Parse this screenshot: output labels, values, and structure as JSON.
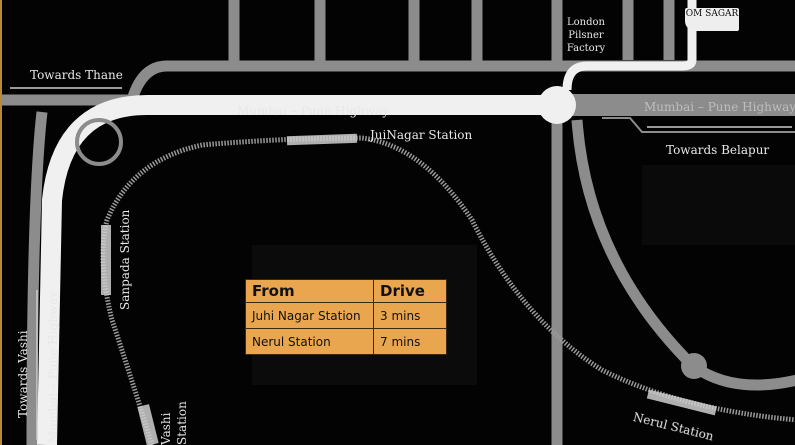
{
  "labels": {
    "towards_thane": "Towards Thane",
    "highway_top": "Mumbai – Pune Highway",
    "highway_right": "Mumbai – Pune Highway",
    "highway_left": "Mumbai – Pune Highway",
    "juinagar": "JuiNagar Station",
    "towards_belapur": "Towards Belapur",
    "london_pilsner": "London Pilsner Factory",
    "om_sagar": "OM SAGAR",
    "sanpada": "Sanpada Station",
    "towards_vashi": "Towards Vashi",
    "vashi": "Vashi Station",
    "nerul": "Nerul Station"
  },
  "table": {
    "headers": [
      "From",
      "Drive"
    ],
    "rows": [
      [
        "Juhi Nagar Station",
        "3 mins"
      ],
      [
        "Nerul Station",
        "7 mins"
      ]
    ]
  },
  "colors": {
    "table_bg": "#e9a64f",
    "road": "#8c8c8c",
    "highway": "#f0f0f0"
  }
}
